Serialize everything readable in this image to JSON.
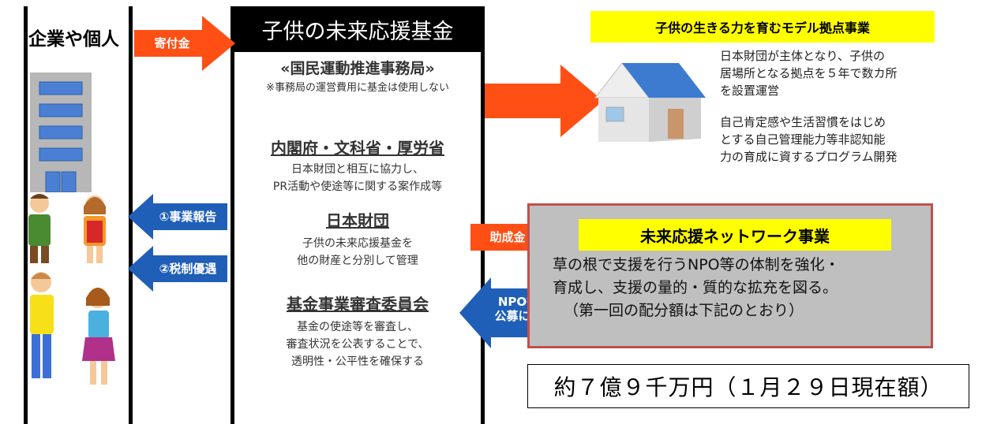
{
  "donors": {
    "title": "企業や個人"
  },
  "arrows": {
    "donation": "寄付金",
    "report": "①事業報告",
    "tax": "②税制優遇",
    "grant": "助成金",
    "apply_line1": "NPO等が",
    "apply_line2": "公募に申請"
  },
  "fund": {
    "title": "子供の未来応援基金",
    "secretariat": "«国民運動推進事務局»",
    "secretariat_note": "※事務局の運営費用に基金は使用しない",
    "ministries": "内閣府・文科省・厚労省",
    "ministries_desc_1": "日本財団と相互に協力し、",
    "ministries_desc_2": "PR活動や使途等に関する案作成等",
    "foundation": "日本財団",
    "foundation_desc_1": "子供の未来応援基金を",
    "foundation_desc_2": "他の財産と分別して管理",
    "committee": "基金事業審査委員会",
    "committee_desc_1": "基金の使途等を審査し、",
    "committee_desc_2": "審査状況を公表することで、",
    "committee_desc_3": "透明性・公平性を確保する"
  },
  "model": {
    "title": "子供の生きる力を育むモデル拠点事業",
    "desc1_1": "日本財団が主体となり、子供の",
    "desc1_2": "居場所となる拠点を５年で数カ所",
    "desc1_3": "を設置運営",
    "desc2_1": "自己肯定感や生活習慣をはじめ",
    "desc2_2": "とする自己管理能力等非認知能",
    "desc2_3": "力の育成に資するプログラム開発"
  },
  "network": {
    "title": "未来応援ネットワーク事業",
    "body_1": "草の根で支援を行うNPO等の体制を強化・",
    "body_2": "育成し、支援の量的・質的な拡充を図る。",
    "body_3": "（第一回の配分額は下記のとおり）"
  },
  "amount": "約７億９千万円（１月２９日現在額）",
  "colors": {
    "orange": "#ff4f14",
    "blue": "#1f5fb8",
    "yellow": "#ffff00"
  }
}
